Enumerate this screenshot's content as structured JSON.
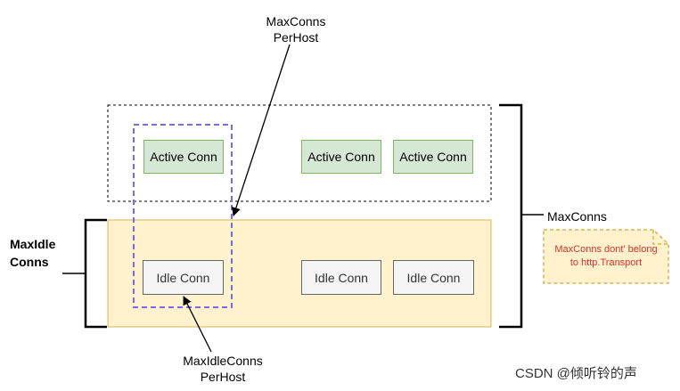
{
  "labels": {
    "max_conns_per_host": [
      "MaxConns",
      "PerHost"
    ],
    "max_idle_conns": [
      "MaxIdle",
      "Conns"
    ],
    "max_conns": "MaxConns",
    "max_idle_conns_per_host": [
      "MaxIdleConns",
      "PerHost"
    ]
  },
  "active_conns": [
    "Active Conn",
    "Active Conn",
    "Active Conn"
  ],
  "idle_conns": [
    "Idle Conn",
    "Idle Conn",
    "Idle Conn"
  ],
  "note": {
    "lines": [
      "MaxConns dont' belong",
      "to http.Transport"
    ],
    "text_color": "#e0302b",
    "fill_color": "#fff2cc",
    "border_color": "#d6b656"
  },
  "colors": {
    "active_fill": "#d5e8d4",
    "active_border": "#82b366",
    "idle_fill": "#f5f5f5",
    "idle_border": "#666666",
    "idle_region_fill": "#fff2cc",
    "idle_region_border": "#d6b656",
    "per_host_dashed": "#7b68ee"
  },
  "watermark": "CSDN @倾听铃的声"
}
